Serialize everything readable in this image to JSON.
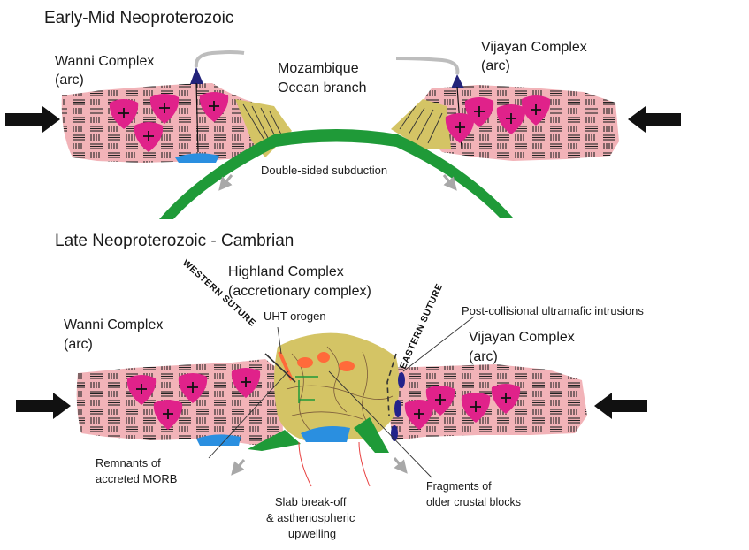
{
  "top_panel": {
    "title": "Early-Mid Neoproterozoic",
    "wanni_label": [
      "Wanni Complex",
      "(arc)"
    ],
    "vijayan_label": [
      "Vijayan Complex",
      "(arc)"
    ],
    "ocean_label": [
      "Mozambique",
      "Ocean branch"
    ],
    "subduction_label": "Double-sided subduction"
  },
  "bottom_panel": {
    "title": "Late Neoproterozoic - Cambrian",
    "highland_label": [
      "Highland Complex",
      "(accretionary complex)"
    ],
    "uht_label": "UHT orogen",
    "western_suture": "WESTERN SUTURE",
    "eastern_suture": "EASTERN SUTURE",
    "wanni_label": [
      "Wanni Complex",
      "(arc)"
    ],
    "vijayan_label": [
      "Vijayan Complex",
      "(arc)"
    ],
    "intrusions_label": "Post-collisional ultramafic intrusions",
    "morb_label": [
      "Remnants of",
      "accreted MORB"
    ],
    "slab_label": [
      "Slab break-off",
      "& asthenospheric",
      "upwelling"
    ],
    "fragments_label": [
      "Fragments of",
      "older crustal blocks"
    ]
  },
  "colors": {
    "crust_fill": "#f2b3b8",
    "pluton": "#e0228a",
    "slab": "#1f9a38",
    "accretionary": "#d4c465",
    "melt": "#ff6a3a",
    "water": "#2a8fe0",
    "intrusion": "#22228a"
  }
}
